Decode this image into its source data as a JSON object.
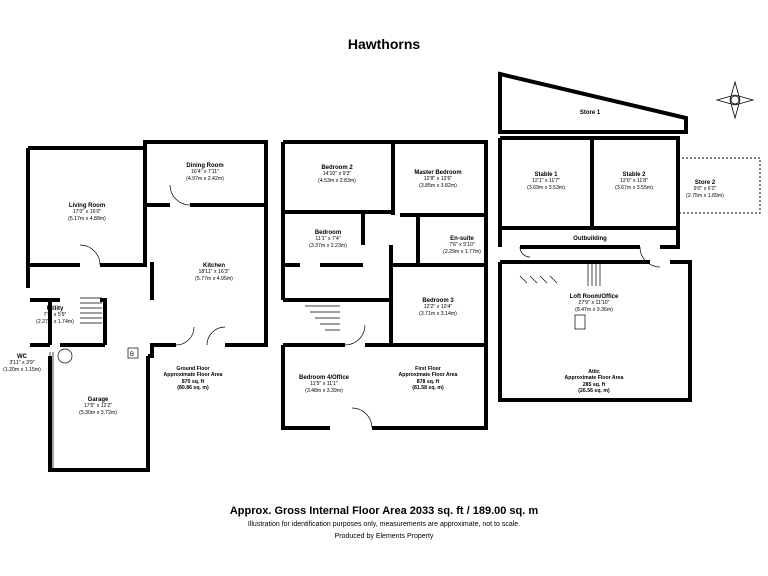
{
  "title": "Hawthorns",
  "footer": {
    "gross_area": "Approx. Gross Internal Floor Area 2033 sq. ft / 189.00 sq. m",
    "disclaimer": "Illustration for identification purposes only, measurements are approximate, not to scale.",
    "producer": "Produced by Elements Property"
  },
  "rooms": {
    "living_room": {
      "name": "Living Room",
      "imperial": "17'0\" x 16'0\"",
      "metric": "(5.17m x 4.88m)"
    },
    "dining_room": {
      "name": "Dining Room",
      "imperial": "16'4\" x 7'11\"",
      "metric": "(4.97m x 2.42m)"
    },
    "kitchen": {
      "name": "Kitchen",
      "imperial": "18'11\" x 16'3\"",
      "metric": "(5.77m x 4.95m)"
    },
    "utility": {
      "name": "Utility",
      "imperial": "7'5\" x 5'9\"",
      "metric": "(2.27m x 1.74m)"
    },
    "wc": {
      "name": "WC",
      "imperial": "3'11\" x 3'9\"",
      "metric": "(1.20m x 1.15m)"
    },
    "garage": {
      "name": "Garage",
      "imperial": "17'5\" x 12'2\"",
      "metric": "(5.30m x 3.72m)"
    },
    "bedroom2": {
      "name": "Bedroom 2",
      "imperial": "14'10\" x 9'3\"",
      "metric": "(4.53m x 2.83m)"
    },
    "master_bedroom": {
      "name": "Master Bedroom",
      "imperial": "12'8\" x 12'6\"",
      "metric": "(3.85m x 3.82m)"
    },
    "bedroom": {
      "name": "Bedroom",
      "imperial": "11'1\" x 7'4\"",
      "metric": "(3.37m x 2.23m)"
    },
    "ensuite": {
      "name": "En-suite",
      "imperial": "7'6\" x 5'10\"",
      "metric": "(2.29m x 1.77m)"
    },
    "bedroom3": {
      "name": "Bedroom 3",
      "imperial": "12'2\" x 10'4\"",
      "metric": "(3.71m x 3.14m)"
    },
    "bedroom4": {
      "name": "Bedroom 4/Office",
      "imperial": "11'5\" x 11'1\"",
      "metric": "(3.48m x 3.39m)"
    },
    "store1": {
      "name": "Store 1"
    },
    "stable1": {
      "name": "Stable 1",
      "imperial": "12'1\" x 11'7\"",
      "metric": "(3.69m x 3.53m)"
    },
    "stable2": {
      "name": "Stable 2",
      "imperial": "12'0\" x 11'8\"",
      "metric": "(3.67m x 3.55m)"
    },
    "store2": {
      "name": "Store 2",
      "imperial": "9'0\" x 6'2\"",
      "metric": "(2.75m x 1.89m)"
    },
    "outbuilding": {
      "name": "Outbuilding"
    },
    "loft": {
      "name": "Loft Room/Office",
      "imperial": "27'9\" x 11'10\"",
      "metric": "(8.47m x 3.36m)"
    }
  },
  "floors": {
    "ground": {
      "line1": "Ground Floor",
      "line2": "Approximate Floor Area",
      "line3": "870 sq. ft",
      "line4": "(80.86 sq. m)"
    },
    "first": {
      "line1": "First Floor",
      "line2": "Approximate Floor Area",
      "line3": "878 sq. ft",
      "line4": "(81.58 sq. m)"
    },
    "attic": {
      "line1": "Attic",
      "line2": "Approximate Floor Area",
      "line3": "285 sq. ft",
      "line4": "(26.56 sq. m)"
    }
  },
  "markers": {
    "boiler": "B"
  }
}
